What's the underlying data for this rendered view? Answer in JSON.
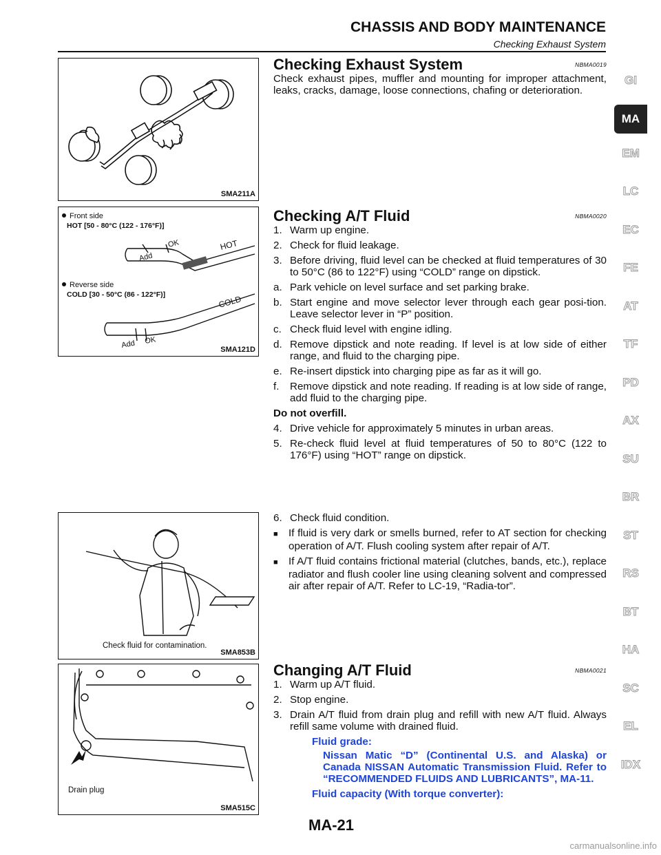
{
  "header": {
    "title": "CHASSIS AND BODY MAINTENANCE",
    "subtitle": "Checking Exhaust System"
  },
  "figures": {
    "exhaust": {
      "caption": "SMA211A"
    },
    "dipstick": {
      "caption": "SMA121D",
      "front_side": "Front side",
      "hot_range": "HOT [50 - 80°C (122 - 176°F)]",
      "reverse_side": "Reverse side",
      "cold_range": "COLD [30 - 50°C (86 - 122°F)]",
      "hot": "HOT",
      "cold": "COLD",
      "add": "Add",
      "ok": "OK"
    },
    "inspection": {
      "caption": "SMA853B",
      "label": "Check fluid for contamination."
    },
    "drain": {
      "caption": "SMA515C",
      "label": "Drain plug"
    }
  },
  "exhaust_section": {
    "title": "Checking Exhaust System",
    "code": "NBMA0019",
    "body": "Check exhaust pipes, muffler and mounting for improper attachment, leaks, cracks, damage, loose connections, chafing or deterioration."
  },
  "atf_check": {
    "title": "Checking A/T Fluid",
    "code": "NBMA0020",
    "steps": [
      {
        "num": "1.",
        "text": "Warm up engine."
      },
      {
        "num": "2.",
        "text": "Check for fluid leakage."
      },
      {
        "num": "3.",
        "text": "Before driving, fluid level can be checked at fluid temperatures of 30 to 50°C (86 to 122°F) using “COLD” range on dipstick."
      },
      {
        "num": "a.",
        "text": "Park vehicle on level surface and set parking brake."
      },
      {
        "num": "b.",
        "text": "Start engine and move selector lever through each gear posi-tion. Leave selector lever in “P” position."
      },
      {
        "num": "c.",
        "text": "Check fluid level with engine idling."
      },
      {
        "num": "d.",
        "text": "Remove dipstick and note reading. If level is at low side of either range, and fluid to the charging pipe."
      },
      {
        "num": "e.",
        "text": "Re-insert dipstick into charging pipe as far as it will go."
      },
      {
        "num": "f.",
        "text": "Remove dipstick and note reading. If reading is at low side of range, add fluid to the charging pipe."
      }
    ],
    "warning": "Do not overfill.",
    "steps2": [
      {
        "num": "4.",
        "text": "Drive vehicle for approximately 5 minutes in urban areas."
      },
      {
        "num": "5.",
        "text": "Re-check fluid level at fluid temperatures of 50 to 80°C (122 to 176°F) using “HOT” range on dipstick."
      }
    ]
  },
  "fluid_condition": {
    "step": {
      "num": "6.",
      "text": "Check fluid condition."
    },
    "bullets": [
      "If fluid is very dark or smells burned, refer to AT section for checking operation of A/T. Flush cooling system after repair of A/T.",
      "If A/T fluid contains frictional material (clutches, bands, etc.), replace radiator and flush cooler line using cleaning solvent and compressed air after repair of A/T. Refer to LC-19, “Radia-tor”."
    ],
    "bullet_mark": "■"
  },
  "atf_change": {
    "title": "Changing A/T Fluid",
    "code": "NBMA0021",
    "steps": [
      {
        "num": "1.",
        "text": "Warm up A/T fluid."
      },
      {
        "num": "2.",
        "text": "Stop engine."
      },
      {
        "num": "3.",
        "text": "Drain A/T fluid from drain plug and refill with new A/T fluid. Always refill same volume with drained fluid."
      }
    ],
    "grade_label": "Fluid grade:",
    "grade_value": "Nissan Matic “D” (Continental U.S. and Alaska) or Canada NISSAN Automatic Transmission Fluid. Refer to “RECOMMENDED FLUIDS AND LUBRICANTS”, MA-11.",
    "capacity_label": "Fluid capacity (With torque converter):"
  },
  "sidebar": {
    "tabs": [
      "GI",
      "MA",
      "EM",
      "LC",
      "EC",
      "FE",
      "AT",
      "TF",
      "PD",
      "AX",
      "SU",
      "BR",
      "ST",
      "RS",
      "BT",
      "HA",
      "SC",
      "EL",
      "IDX"
    ],
    "active": "MA"
  },
  "page_number": "MA-21",
  "watermark": "carmanualsonline.info"
}
